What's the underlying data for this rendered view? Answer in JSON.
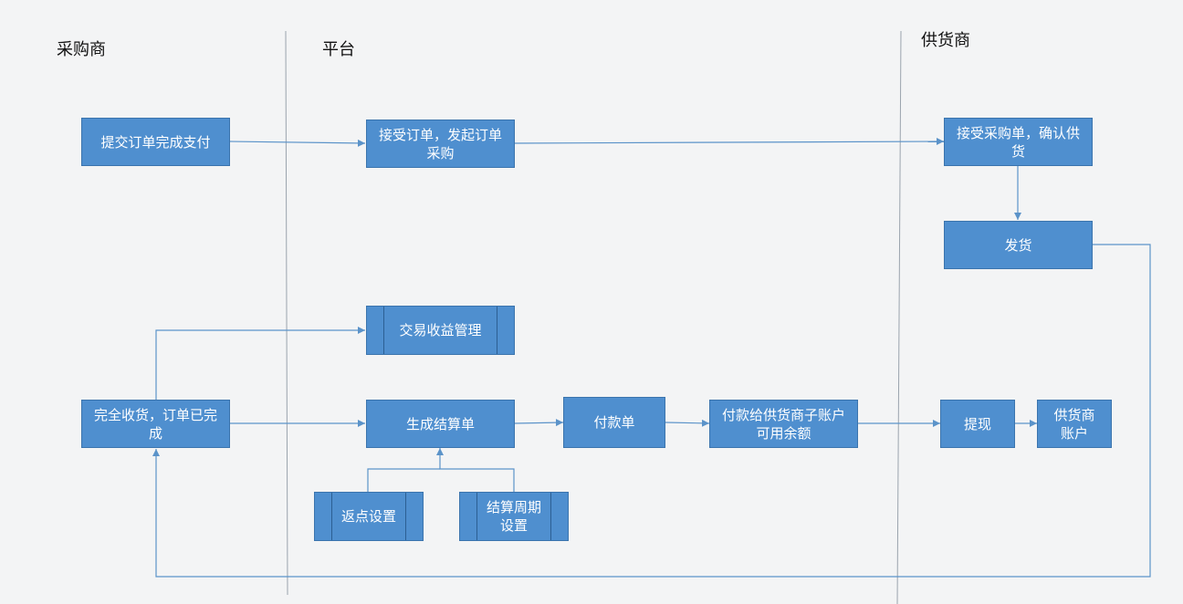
{
  "lanes": {
    "buyer": "采购商",
    "platform": "平台",
    "supplier": "供货商"
  },
  "nodes": {
    "submit_order": "提交订单完成支付",
    "accept_order": "接受订单，发起订单采购",
    "accept_purchase": "接受采购单，确认供货",
    "ship": "发货",
    "trade_income": "交易收益管理",
    "receive_complete": "完全收货，订单已完成",
    "gen_settlement": "生成结算单",
    "payment": "付款单",
    "pay_supplier": "付款给供货商子账户可用余额",
    "withdraw": "提现",
    "supplier_account": "供货商账户",
    "rebate_setting": "返点设置",
    "settle_cycle": "结算周期设置"
  },
  "colors": {
    "box_fill": "#4f8fcf",
    "line": "#5b93c9",
    "background": "#f3f4f5"
  }
}
